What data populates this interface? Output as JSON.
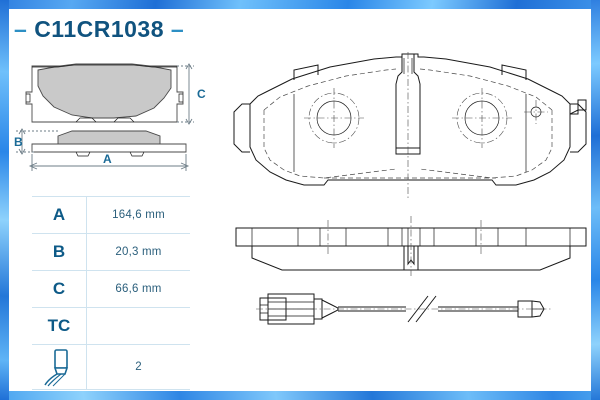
{
  "product": {
    "title_dash_left": "–",
    "code": "C11CR1038",
    "title_dash_right": "–"
  },
  "spec_table": {
    "rows": [
      {
        "label": "A",
        "value": "164,6 mm",
        "icon": ""
      },
      {
        "label": "B",
        "value": "20,3 mm",
        "icon": ""
      },
      {
        "label": "C",
        "value": "66,6 mm",
        "icon": ""
      },
      {
        "label": "TC",
        "value": "",
        "icon": ""
      },
      {
        "label": "",
        "value": "2",
        "icon": "wear-sensor-icon"
      }
    ]
  },
  "diagrams": {
    "small_pad_front": {
      "name": "brake-pad-front-schematic",
      "dimension_labels": {
        "width": "A",
        "thickness": "B",
        "height": "C"
      }
    },
    "main_pad_top": {
      "name": "brake-pad-top-view-technical-drawing"
    },
    "pad_edge": {
      "name": "brake-pad-edge-view-technical-drawing"
    },
    "sensor_cable": {
      "name": "wear-sensor-cable-technical-drawing"
    }
  },
  "colors": {
    "title": "#10537f",
    "table_label": "#0d5a87",
    "table_value": "#2b5f7c",
    "table_rule": "#cfe3ef",
    "dimension_text": "#1a6a96",
    "pad_fill": "#c9c9c9",
    "line": "#1a1a1a",
    "frame_blue": "#2a86e8"
  }
}
